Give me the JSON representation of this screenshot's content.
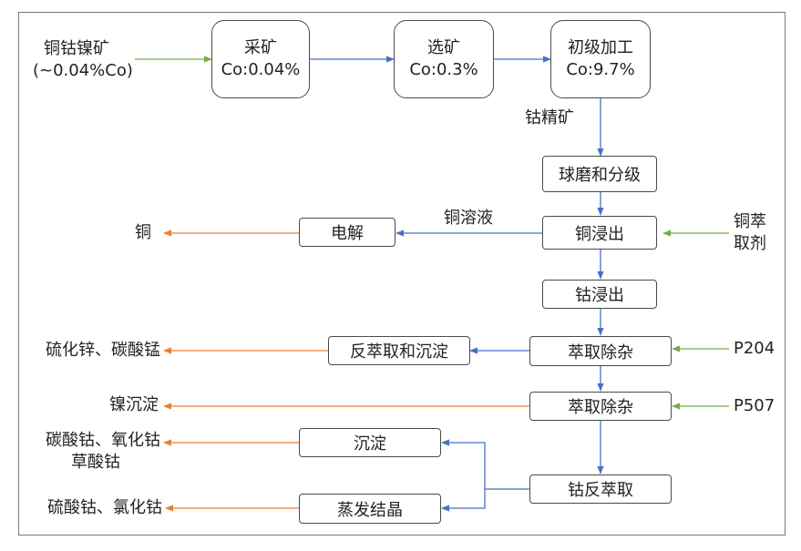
{
  "colors": {
    "blue": "#4472c4",
    "green": "#70ad47",
    "orange": "#ed7d31",
    "border": "#4a4a4a"
  },
  "inputs": {
    "ore_line1": "铜钴镍矿",
    "ore_line2": "(~0.04%Co)",
    "copper_extractant_line1": "铜萃",
    "copper_extractant_line2": "取剂",
    "p204": "P204",
    "p507": "P507"
  },
  "stages": {
    "mining_title": "采矿",
    "mining_grade": "Co:0.04%",
    "beneficiation_title": "选矿",
    "beneficiation_grade": "Co:0.3%",
    "primary_title": "初级加工",
    "primary_grade": "Co:9.7%"
  },
  "labels": {
    "cobalt_concentrate": "钴精矿",
    "copper_solution": "铜溶液"
  },
  "steps": {
    "ball_milling": "球磨和分级",
    "copper_leach": "铜浸出",
    "electrolysis": "电解",
    "cobalt_leach": "钴浸出",
    "extract_purify_1": "萃取除杂",
    "strip_precipitate": "反萃取和沉淀",
    "extract_purify_2": "萃取除杂",
    "cobalt_strip": "钴反萃取",
    "precipitation": "沉淀",
    "evaporate_crystallize": "蒸发结晶"
  },
  "products": {
    "copper": "铜",
    "zinc_manganese": "硫化锌、碳酸锰",
    "nickel_precipitate": "镍沉淀",
    "cobalt_salts_line1": "碳酸钴、氧化钴",
    "cobalt_salts_line2": "草酸钴",
    "cobalt_sulfate_chloride": "硫酸钴、氯化钴"
  }
}
